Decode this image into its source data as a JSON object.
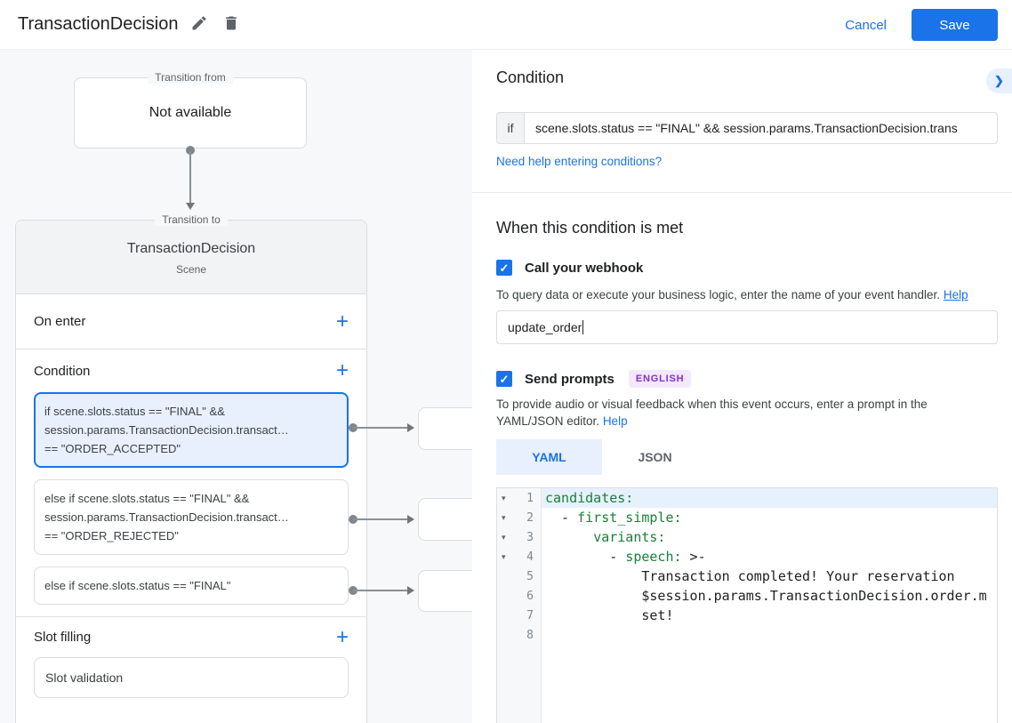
{
  "palette": {
    "accent": "#1a73e8",
    "selected_bg": "#e8f0fe",
    "code_key_green": "#188038",
    "badge_bg": "#f3e8fd",
    "badge_text": "#8430ce"
  },
  "header": {
    "title": "TransactionDecision",
    "cancel_label": "Cancel",
    "save_label": "Save"
  },
  "diagram": {
    "transition_from": {
      "legend": "Transition from",
      "content": "Not available"
    },
    "transition_to": {
      "legend": "Transition to",
      "title": "TransactionDecision",
      "subtitle": "Scene"
    },
    "on_enter_label": "On enter",
    "condition_label": "Condition",
    "slot_filling_label": "Slot filling",
    "slot_validation_label": "Slot validation",
    "conditions": [
      {
        "selected": true,
        "lines": [
          "if scene.slots.status == \"FINAL\" &&",
          "session.params.TransactionDecision.transact…",
          "== \"ORDER_ACCEPTED\""
        ]
      },
      {
        "selected": false,
        "lines": [
          "else if scene.slots.status == \"FINAL\" &&",
          "session.params.TransactionDecision.transact…",
          "== \"ORDER_REJECTED\""
        ]
      },
      {
        "selected": false,
        "lines": [
          "else if scene.slots.status == \"FINAL\""
        ]
      }
    ]
  },
  "condition_panel": {
    "heading": "Condition",
    "if_label": "if",
    "if_value": "scene.slots.status == \"FINAL\" && session.params.TransactionDecision.trans",
    "help_link": "Need help entering conditions?"
  },
  "when_met": {
    "heading": "When this condition is met",
    "webhook": {
      "label": "Call your webhook",
      "checked": true,
      "description": "To query data or execute your business logic, enter the name of your event handler.",
      "help_label": "Help",
      "value": "update_order"
    },
    "prompts": {
      "label": "Send prompts",
      "badge": "ENGLISH",
      "checked": true,
      "description": "To provide audio or visual feedback when this event occurs, enter a prompt in the YAML/JSON editor.",
      "help_label": "Help"
    },
    "tabs": [
      {
        "label": "YAML",
        "active": true
      },
      {
        "label": "JSON",
        "active": false
      }
    ],
    "editor": {
      "lines": [
        {
          "n": "1",
          "fold": true,
          "active": true,
          "segs": [
            {
              "c": "k",
              "t": "candidates:"
            }
          ]
        },
        {
          "n": "2",
          "fold": true,
          "active": false,
          "segs": [
            {
              "c": "p",
              "t": "  - "
            },
            {
              "c": "k",
              "t": "first_simple:"
            }
          ]
        },
        {
          "n": "3",
          "fold": true,
          "active": false,
          "segs": [
            {
              "c": "p",
              "t": "      "
            },
            {
              "c": "k",
              "t": "variants:"
            }
          ]
        },
        {
          "n": "4",
          "fold": true,
          "active": false,
          "segs": [
            {
              "c": "p",
              "t": "        - "
            },
            {
              "c": "k",
              "t": "speech:"
            },
            {
              "c": "p",
              "t": " >-"
            }
          ]
        },
        {
          "n": "5",
          "fold": false,
          "active": false,
          "segs": [
            {
              "c": "p",
              "t": "            Transaction completed! Your reservation"
            }
          ]
        },
        {
          "n": "6",
          "fold": false,
          "active": false,
          "segs": [
            {
              "c": "p",
              "t": "            $session.params.TransactionDecision.order.m"
            }
          ]
        },
        {
          "n": "7",
          "fold": false,
          "active": false,
          "segs": [
            {
              "c": "p",
              "t": "            set!"
            }
          ]
        },
        {
          "n": "8",
          "fold": false,
          "active": false,
          "segs": []
        }
      ]
    }
  }
}
